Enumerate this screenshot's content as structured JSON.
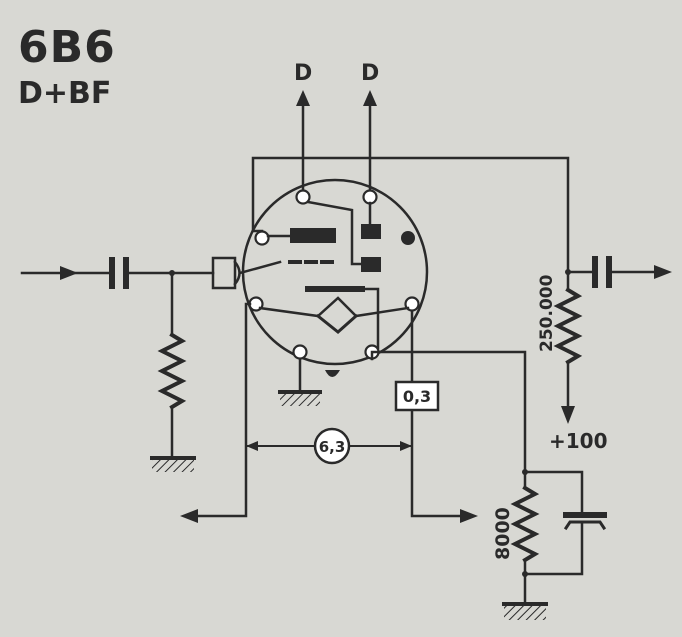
{
  "header": {
    "title": "6B6",
    "subtitle": "D+BF"
  },
  "labels": {
    "diode_out_left": "D",
    "diode_out_right": "D",
    "plate_resistor": "250.000",
    "supply": "+100",
    "heater_voltage": "6,3",
    "heater_current": "0,3",
    "cathode_resistor": "8000"
  },
  "colors": {
    "ink": "#2a2a2a",
    "paper": "#d8d8d3"
  }
}
